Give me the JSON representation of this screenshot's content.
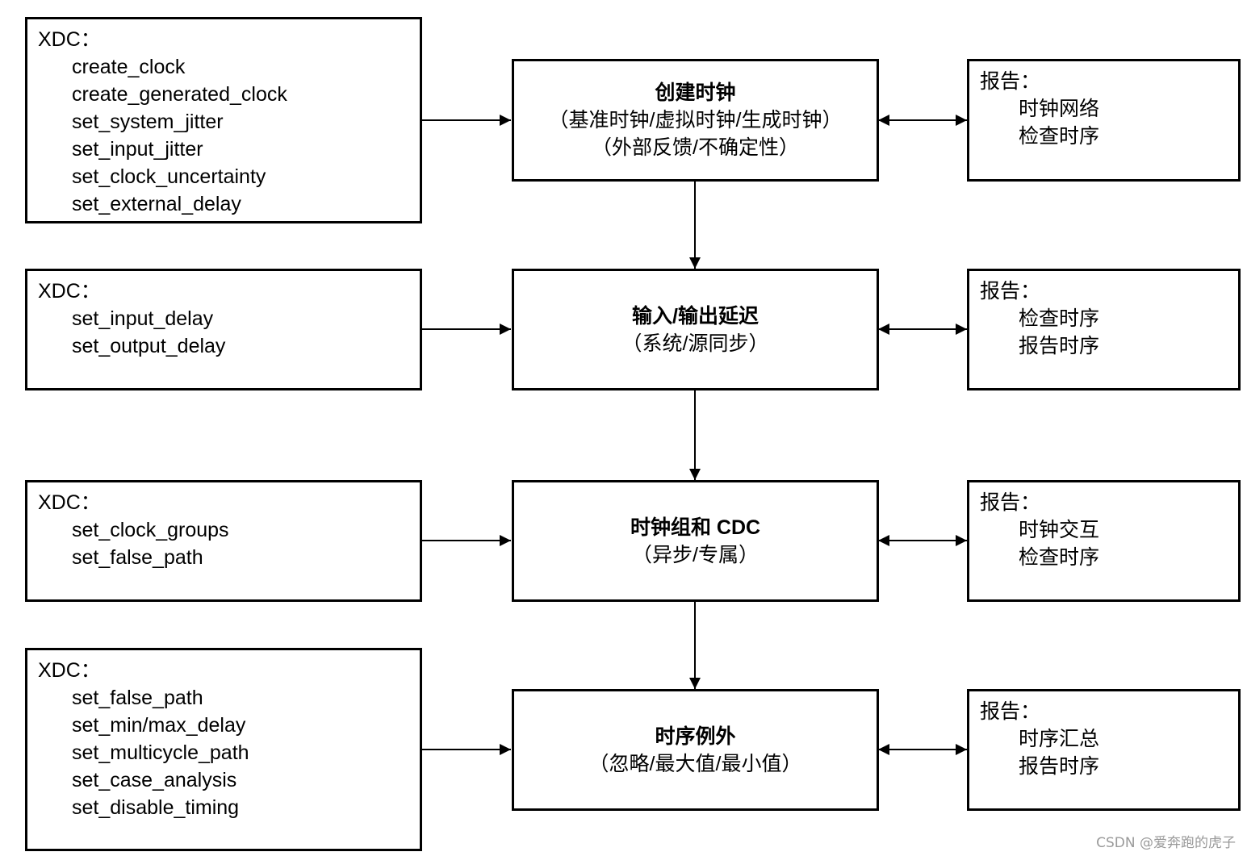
{
  "rows": [
    {
      "xdc": {
        "title": "XDC：",
        "commands": [
          "create_clock",
          "create_generated_clock",
          "set_system_jitter",
          "set_input_jitter",
          "set_clock_uncertainty",
          "set_external_delay"
        ]
      },
      "step": {
        "title": "创建时钟",
        "lines": [
          "（基准时钟/虚拟时钟/生成时钟）",
          "（外部反馈/不确定性）"
        ]
      },
      "report": {
        "title": "报告：",
        "items": [
          "时钟网络",
          "检查时序"
        ]
      }
    },
    {
      "xdc": {
        "title": "XDC：",
        "commands": [
          "set_input_delay",
          "set_output_delay"
        ]
      },
      "step": {
        "title": "输入/输出延迟",
        "lines": [
          "（系统/源同步）"
        ]
      },
      "report": {
        "title": "报告：",
        "items": [
          "检查时序",
          "报告时序"
        ]
      }
    },
    {
      "xdc": {
        "title": "XDC：",
        "commands": [
          "set_clock_groups",
          "set_false_path"
        ]
      },
      "step": {
        "title": "时钟组和 CDC",
        "lines": [
          "（异步/专属）"
        ]
      },
      "report": {
        "title": "报告：",
        "items": [
          "时钟交互",
          "检查时序"
        ]
      }
    },
    {
      "xdc": {
        "title": "XDC：",
        "commands": [
          "set_false_path",
          "set_min/max_delay",
          "set_multicycle_path",
          "set_case_analysis",
          "set_disable_timing"
        ]
      },
      "step": {
        "title": "时序例外",
        "lines": [
          "（忽略/最大值/最小值）"
        ]
      },
      "report": {
        "title": "报告：",
        "items": [
          "时序汇总",
          "报告时序"
        ]
      }
    }
  ],
  "watermark": "CSDN @爱奔跑的虎子"
}
